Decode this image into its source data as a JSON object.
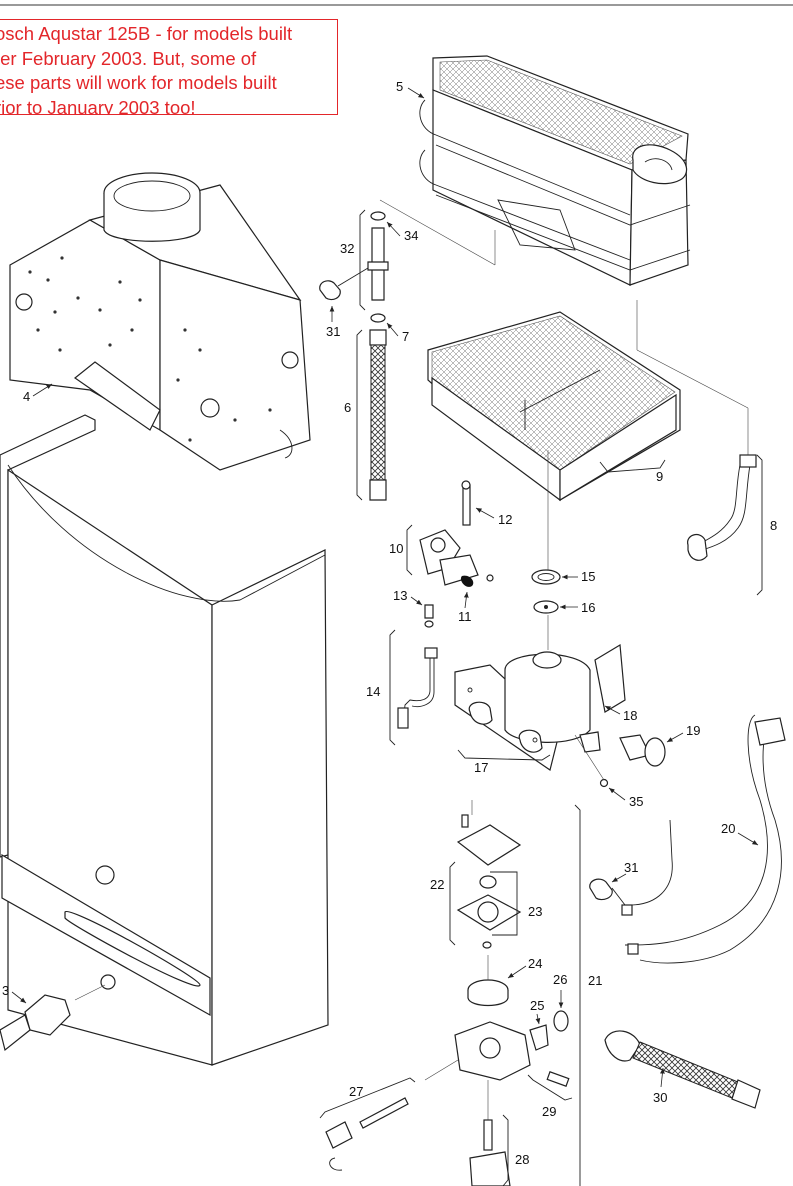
{
  "note": {
    "lines": [
      "osch Aqustar 125B - for models built",
      "ter February 2003. But, some of",
      "ese parts will work for models built",
      "rior to January 2003 too!"
    ],
    "color": "#e3262a"
  },
  "callouts": {
    "c3": "3",
    "c4": "4",
    "c5": "5",
    "c6": "6",
    "c7": "7",
    "c8": "8",
    "c9": "9",
    "c10": "10",
    "c11": "11",
    "c12": "12",
    "c13": "13",
    "c14": "14",
    "c15": "15",
    "c16": "16",
    "c17": "17",
    "c18": "18",
    "c19": "19",
    "c20": "20",
    "c21": "21",
    "c22": "22",
    "c23": "23",
    "c24": "24",
    "c25": "25",
    "c26": "26",
    "c27": "27",
    "c28": "28",
    "c29": "29",
    "c30": "30",
    "c31a": "31",
    "c31b": "31",
    "c32": "32",
    "c34": "34",
    "c35": "35"
  }
}
